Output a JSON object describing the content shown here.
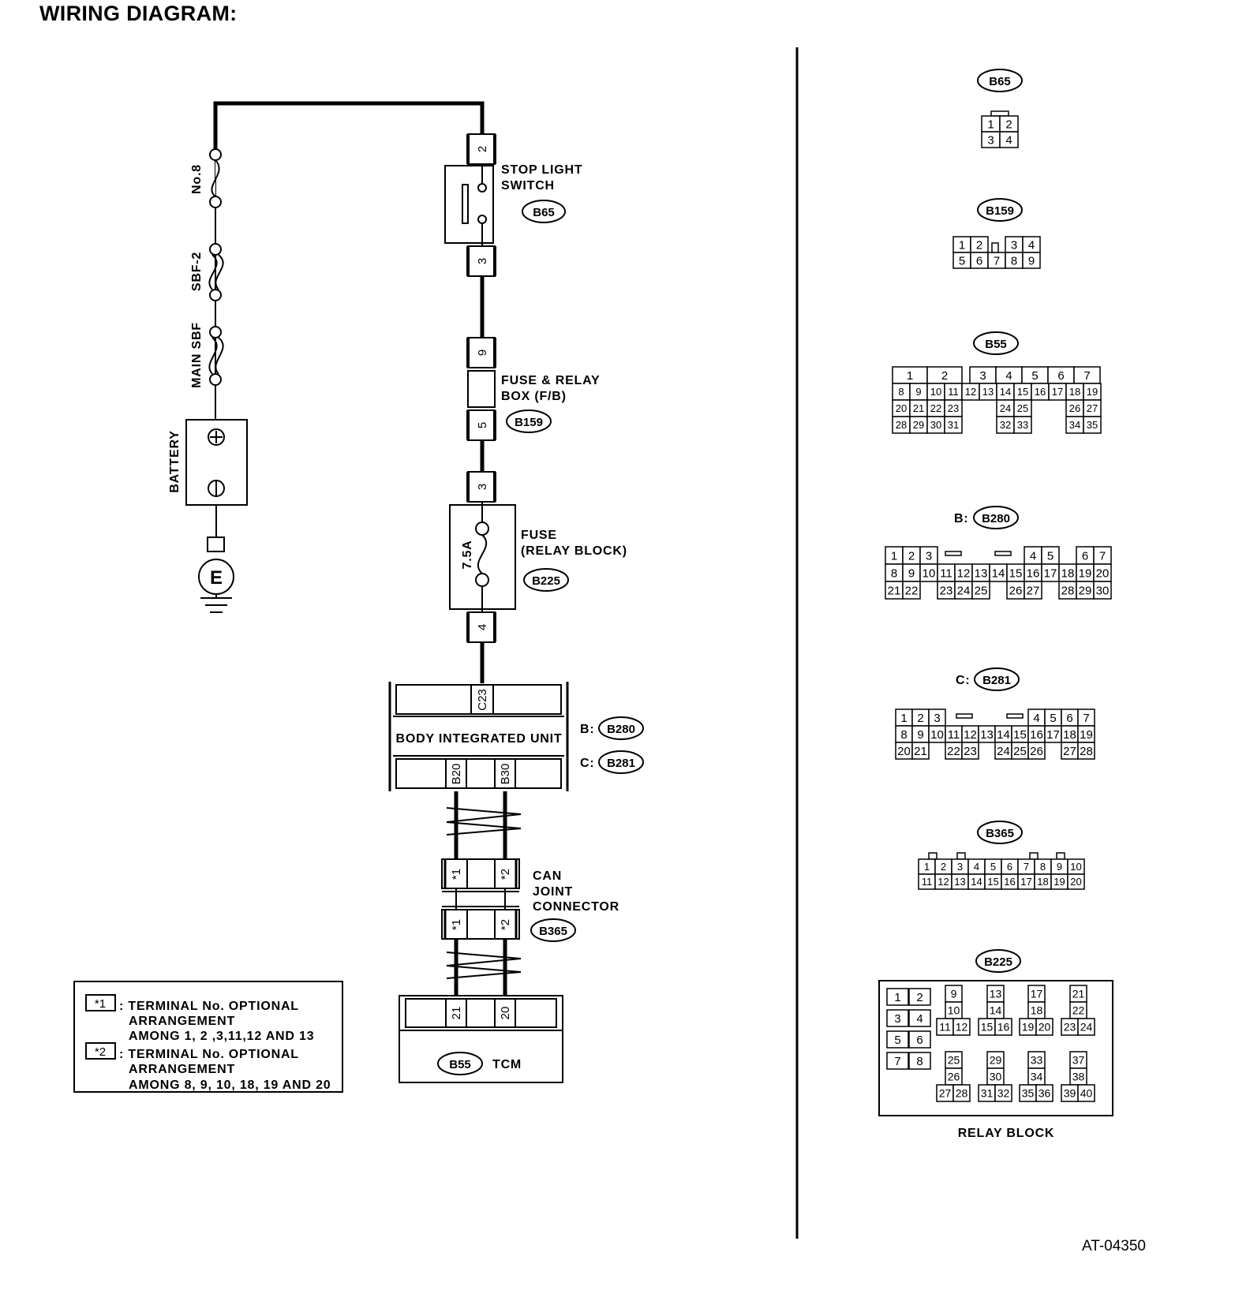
{
  "title": "WIRING DIAGRAM:",
  "figure_id": "AT-04350",
  "fuses": {
    "no8": "No.8",
    "sbf2": "SBF-2",
    "main_sbf": "MAIN SBF"
  },
  "battery": {
    "label": "BATTERY",
    "ground": "E"
  },
  "stop_light_switch": {
    "line1": "STOP LIGHT",
    "line2": "SWITCH",
    "code": "B65",
    "pin_top": "2",
    "pin_bottom": "3"
  },
  "fuse_relay_box": {
    "line1": "FUSE & RELAY",
    "line2": "BOX (F/B)",
    "code": "B159",
    "pin_top": "9",
    "pin_bottom": "5"
  },
  "fuse_relay_block": {
    "line1": "FUSE",
    "line2": "(RELAY BLOCK)",
    "code": "B225",
    "rating": "7.5A",
    "pin_top": "3",
    "pin_bottom": "4"
  },
  "body_integrated_unit": {
    "label": "BODY INTEGRATED UNIT",
    "prefix_b": "B:",
    "code_b": "B280",
    "prefix_c": "C:",
    "code_c": "B281",
    "pin_c23": "C23",
    "pin_b20": "B20",
    "pin_b30": "B30"
  },
  "can_joint_connector": {
    "line1": "CAN",
    "line2": "JOINT",
    "line3": "CONNECTOR",
    "code": "B365",
    "pin_1": "*1",
    "pin_2": "*2"
  },
  "tcm": {
    "code": "B55",
    "label": "TCM",
    "pin_21": "21",
    "pin_20": "20"
  },
  "notes": {
    "n1_key": "*1",
    "n1_line1": ": TERMINAL No. OPTIONAL",
    "n1_line2": "ARRANGEMENT",
    "n1_line3": "AMONG 1, 2 ,3,11,12 AND 13",
    "n2_key": "*2",
    "n2_line1": ": TERMINAL No. OPTIONAL",
    "n2_line2": "ARRANGEMENT",
    "n2_line3": "AMONG 8, 9, 10, 18, 19 AND 20"
  },
  "connector_views": {
    "b65": {
      "code": "B65"
    },
    "b159": {
      "code": "B159"
    },
    "b55": {
      "code": "B55"
    },
    "b280": {
      "prefix": "B:",
      "code": "B280"
    },
    "b281": {
      "prefix": "C:",
      "code": "B281"
    },
    "b365": {
      "code": "B365"
    },
    "b225": {
      "code": "B225",
      "caption": "RELAY BLOCK"
    }
  },
  "connector_pins": {
    "b65": [
      [
        "1",
        "2"
      ],
      [
        "3",
        "4"
      ]
    ],
    "b159": [
      [
        "1",
        "2",
        "",
        "3",
        "4"
      ],
      [
        "5",
        "6",
        "7",
        "8",
        "9"
      ]
    ],
    "b55": [
      [
        "1",
        "2",
        "",
        "",
        "",
        "3",
        "4",
        "5",
        "6",
        "7"
      ],
      [
        "8",
        "9",
        "10",
        "11",
        "12",
        "13",
        "14",
        "15",
        "16",
        "17",
        "18",
        "19"
      ],
      [
        "20",
        "21",
        "22",
        "23",
        "",
        "",
        "24",
        "25",
        "",
        "",
        "26",
        "27"
      ],
      [
        "28",
        "29",
        "30",
        "31",
        "",
        "",
        "32",
        "33",
        "",
        "",
        "34",
        "35"
      ]
    ],
    "b280": [
      [
        "1",
        "2",
        "3",
        "",
        "",
        "",
        "",
        "",
        "4",
        "5",
        "",
        "6",
        "7"
      ],
      [
        "8",
        "9",
        "10",
        "11",
        "12",
        "13",
        "14",
        "15",
        "16",
        "17",
        "18",
        "19",
        "20"
      ],
      [
        "21",
        "22",
        "",
        "23",
        "24",
        "25",
        "",
        "26",
        "27",
        "",
        "28",
        "29",
        "30"
      ]
    ],
    "b281": [
      [
        "1",
        "2",
        "3",
        "",
        "",
        "",
        "",
        "",
        "4",
        "5",
        "6",
        "7"
      ],
      [
        "8",
        "9",
        "10",
        "11",
        "12",
        "13",
        "14",
        "15",
        "16",
        "17",
        "18",
        "19"
      ],
      [
        "20",
        "21",
        "",
        "22",
        "23",
        "",
        "24",
        "25",
        "26",
        "",
        "27",
        "28"
      ]
    ],
    "b365": [
      [
        "1",
        "2",
        "3",
        "4",
        "5",
        "6",
        "7",
        "8",
        "9",
        "10"
      ],
      [
        "11",
        "12",
        "13",
        "14",
        "15",
        "16",
        "17",
        "18",
        "19",
        "20"
      ]
    ],
    "b225": {
      "left": [
        [
          "1",
          "2"
        ],
        [
          "3",
          "4"
        ],
        [
          "5",
          "6"
        ],
        [
          "7",
          "8"
        ]
      ],
      "upper": [
        [
          "9",
          "10",
          "11",
          "12"
        ],
        [
          "13",
          "14",
          "15",
          "16"
        ],
        [
          "17",
          "18",
          "19",
          "20"
        ],
        [
          "21",
          "22",
          "23",
          "24"
        ]
      ],
      "lower": [
        [
          "25",
          "26",
          "27",
          "28"
        ],
        [
          "29",
          "30",
          "31",
          "32"
        ],
        [
          "33",
          "34",
          "35",
          "36"
        ],
        [
          "37",
          "38",
          "39",
          "40"
        ]
      ]
    }
  }
}
